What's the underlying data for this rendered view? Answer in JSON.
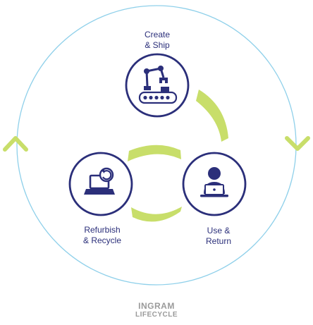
{
  "stages": {
    "create": {
      "line1": "Create",
      "line2": "& Ship",
      "icon": "robot-arm-conveyor-icon"
    },
    "use": {
      "line1": "Use &",
      "line2": "Return",
      "icon": "person-laptop-icon"
    },
    "refurbish": {
      "line1": "Refurbish",
      "line2": "& Recycle",
      "icon": "laptop-refresh-icon"
    }
  },
  "brand": {
    "name": "INGRAM",
    "line2": "LIFECYCLE"
  },
  "colors": {
    "outer_ring": "#8fd0ea",
    "node_border": "#2b2f7a",
    "node_icon": "#2b2f7a",
    "arrow": "#c8de6a",
    "text": "#2b2f7a",
    "brand": "#9a9a9a"
  }
}
